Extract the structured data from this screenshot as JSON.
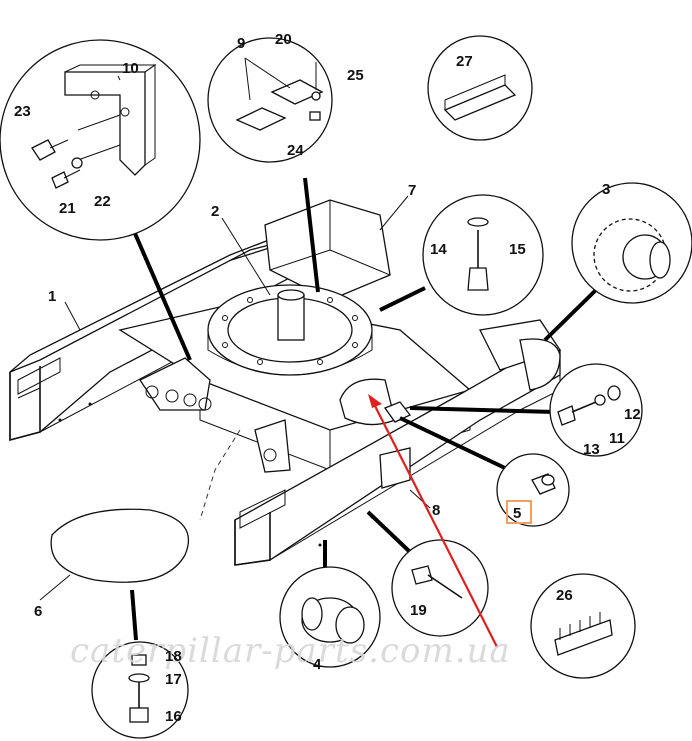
{
  "watermark": "caterpillar-parts.com.ua",
  "highlighted_part": "5",
  "colors": {
    "highlight_box": "#f0a060",
    "arrow": "#e0201e",
    "ink": "#111111"
  },
  "parts": [
    {
      "num": "1"
    },
    {
      "num": "2"
    },
    {
      "num": "3"
    },
    {
      "num": "4"
    },
    {
      "num": "5"
    },
    {
      "num": "6"
    },
    {
      "num": "7"
    },
    {
      "num": "8"
    },
    {
      "num": "9"
    },
    {
      "num": "10"
    },
    {
      "num": "11"
    },
    {
      "num": "12"
    },
    {
      "num": "13"
    },
    {
      "num": "14"
    },
    {
      "num": "15"
    },
    {
      "num": "16"
    },
    {
      "num": "17"
    },
    {
      "num": "18"
    },
    {
      "num": "19"
    },
    {
      "num": "20"
    },
    {
      "num": "21"
    },
    {
      "num": "22"
    },
    {
      "num": "23"
    },
    {
      "num": "24"
    },
    {
      "num": "25"
    },
    {
      "num": "26"
    },
    {
      "num": "27"
    }
  ]
}
